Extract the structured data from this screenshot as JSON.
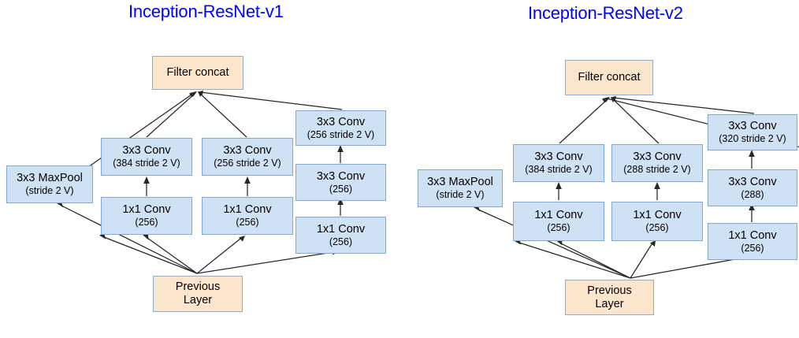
{
  "diagrams": [
    {
      "id": "inception-resnet-v1",
      "title": "Inception-ResNet-v1",
      "nodes": {
        "filter_concat": {
          "line1": "Filter concat",
          "line2": ""
        },
        "maxpool": {
          "line1": "3x3 MaxPool",
          "line2": "(stride 2 V)"
        },
        "b_conv3_384": {
          "line1": "3x3 Conv",
          "line2": "(384 stride 2 V)"
        },
        "b_conv1_256": {
          "line1": "1x1 Conv",
          "line2": "(256)"
        },
        "c_conv3_256": {
          "line1": "3x3 Conv",
          "line2": "(256 stride 2 V)"
        },
        "c_conv1_256": {
          "line1": "1x1 Conv",
          "line2": "(256)"
        },
        "d_conv3_256s": {
          "line1": "3x3 Conv",
          "line2": "(256 stride 2 V)"
        },
        "d_conv3_256": {
          "line1": "3x3 Conv",
          "line2": "(256)"
        },
        "d_conv1_256": {
          "line1": "1x1 Conv",
          "line2": "(256)"
        },
        "previous": {
          "line1": "Previous",
          "line2": "Layer"
        }
      }
    },
    {
      "id": "inception-resnet-v2",
      "title": "Inception-ResNet-v2",
      "nodes": {
        "filter_concat": {
          "line1": "Filter concat",
          "line2": ""
        },
        "maxpool": {
          "line1": "3x3 MaxPool",
          "line2": "(stride 2 V)"
        },
        "b_conv3_384": {
          "line1": "3x3 Conv",
          "line2": "(384 stride 2 V)"
        },
        "b_conv1_256": {
          "line1": "1x1 Conv",
          "line2": "(256)"
        },
        "c_conv3_288": {
          "line1": "3x3 Conv",
          "line2": "(288 stride 2 V)"
        },
        "c_conv1_256": {
          "line1": "1x1 Conv",
          "line2": "(256)"
        },
        "d_conv3_320s": {
          "line1": "3x3 Conv",
          "line2": "(320 stride 2 V)"
        },
        "d_conv3_288": {
          "line1": "3x3 Conv",
          "line2": "(288)"
        },
        "d_conv1_256": {
          "line1": "1x1 Conv",
          "line2": "(256)"
        },
        "previous": {
          "line1": "Previous",
          "line2": "Layer"
        }
      }
    }
  ],
  "colors": {
    "title": "#0000ff",
    "conv_fill": "#cfe2f3",
    "conv_border": "#7fa9d4",
    "concat_fill": "#fce5cd",
    "concat_border": "#8aaed6",
    "edge": "#262626",
    "background": "#ffffff"
  }
}
